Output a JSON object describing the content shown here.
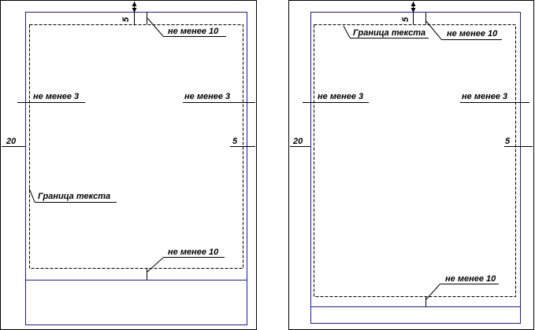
{
  "left_sheet": {
    "top_margin_value": "5",
    "top_gap_label": "не менее 10",
    "left_gap_label": "не менее 3",
    "right_gap_label": "не менее 3",
    "left_margin_value": "20",
    "right_margin_value": "5",
    "text_border_label": "Граница текста",
    "bottom_gap_label": "не менее 10"
  },
  "right_sheet": {
    "top_margin_value": "5",
    "text_border_label": "Граница текста",
    "top_gap_label": "не менее 10",
    "left_gap_label": "не менее 3",
    "right_gap_label": "не менее 3",
    "left_margin_value": "20",
    "right_margin_value": "5",
    "bottom_gap_label": "не менее 10"
  },
  "colors": {
    "frame_line": "#1a1aa8",
    "sheet_edge": "#000000",
    "dimension_line": "#000000"
  }
}
